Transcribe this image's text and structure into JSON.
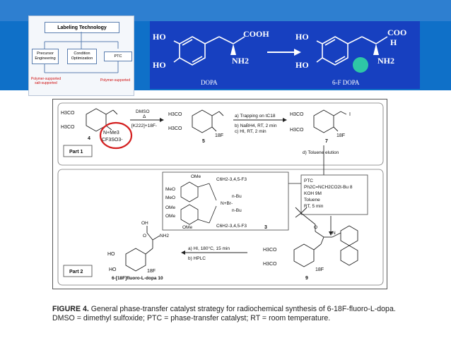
{
  "labeling": {
    "title": "Labeling Technology",
    "precursor": [
      "Precursor",
      "Engineering"
    ],
    "condition": [
      "Condition",
      "Optimization"
    ],
    "ptc": "PTC",
    "polymer_salt": [
      "Polymer-supported",
      "salt-supported"
    ],
    "polymer": "Polymer-supported"
  },
  "dopa": {
    "left": {
      "ho_top": "HO",
      "cooh": "COOH",
      "ho_bot": "HO",
      "nh2": "NH2",
      "caption": "DOPA"
    },
    "right": {
      "ho_top": "HO",
      "coo": "COO",
      "h": "H",
      "ho_bot": "HO",
      "nh2": "NH2",
      "caption": "6-F DOPA"
    },
    "colors": {
      "panel": "#1740c0",
      "text": "#ffffff",
      "arrow": "#ffffff",
      "circle": "#2ec7a6"
    }
  },
  "figure": {
    "part1": {
      "label": "Part 1",
      "sm": {
        "h3co_top": "H3CO",
        "h3co_bot": "H3CO",
        "num": "4",
        "nme3": "N+Me3",
        "cf3so3": "CF3SO3-"
      },
      "reagents1": [
        "DMSO",
        "Δ",
        "[K222]+18F-"
      ],
      "p5": {
        "h3co_top": "H3CO",
        "h3co_bot": "H3CO",
        "num": "5",
        "f": "18F"
      },
      "reagents2": [
        "a) Trapping on tC18",
        "b) NaBH4, RT, 2 min",
        "c) HI, RT, 2 min"
      ],
      "p7": {
        "h3co_top": "H3CO",
        "h3co_bot": "H3CO",
        "num": "7",
        "i": "I",
        "f": "18F"
      },
      "elution": "d) Toluene elution"
    },
    "ptc": {
      "lines": [
        "PTC",
        "Ph2C=NCH2CO2t-Bu 8",
        "KOH 9M",
        "Toluene",
        "RT, 5 min"
      ],
      "catalyst": {
        "ome_labels": [
          "OMe",
          "MeO",
          "MeO",
          "OMe",
          "OMe",
          "OMe"
        ],
        "aryl": "C6H2-3,4,5-F3",
        "nbu": "n-Bu",
        "nbr": "N+Br-",
        "nbu2": "n-Bu",
        "num": "3"
      }
    },
    "part2": {
      "label": "Part 2",
      "product": {
        "oh": "OH",
        "o": "O",
        "nh2": "NH2",
        "ho_top": "HO",
        "ho_bot": "HO",
        "f": "18F",
        "name": "6-[18F]fluoro-L-dopa 10"
      },
      "reagents": [
        "a) HI, 180°C, 15 min",
        "b) HPLC"
      ],
      "intermediate": {
        "h3co_top": "H3CO",
        "h3co_bot": "H3CO",
        "n": "N",
        "f": "18F",
        "num": "9"
      }
    },
    "caption": {
      "bold": "FIGURE 4.",
      "text": "General phase-transfer catalyst strategy for radiochemical synthesis of 6-18F-fluoro-L-dopa. DMSO = dimethyl sulfoxide; PTC = phase-transfer catalyst; RT = room temperature."
    },
    "highlight_color": "#d42020"
  }
}
